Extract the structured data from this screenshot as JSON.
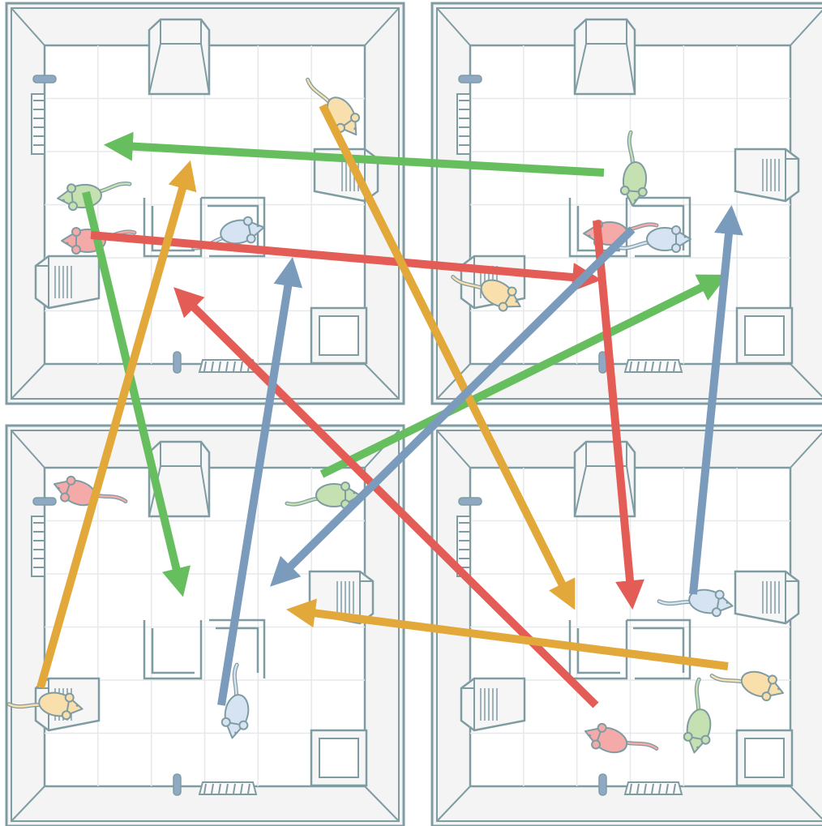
{
  "figure": {
    "colors": {
      "wall_stroke": "#7f9ca3",
      "floor_outer": "#f4f4f4",
      "floor_inner": "#ffffff",
      "grid": "#e6e8ea",
      "green": "#67be5f",
      "red": "#e35c55",
      "orange": "#e2a83a",
      "blue": "#7a9bbb"
    },
    "rooms": [
      {
        "id": "top-left"
      },
      {
        "id": "top-right"
      },
      {
        "id": "bottom-left"
      },
      {
        "id": "bottom-right"
      }
    ],
    "mice": [
      {
        "room": "top-left",
        "color": "orange"
      },
      {
        "room": "top-left",
        "color": "green"
      },
      {
        "room": "top-left",
        "color": "red"
      },
      {
        "room": "top-left",
        "color": "blue"
      },
      {
        "room": "top-right",
        "color": "green"
      },
      {
        "room": "top-right",
        "color": "red"
      },
      {
        "room": "top-right",
        "color": "blue"
      },
      {
        "room": "top-right",
        "color": "orange"
      },
      {
        "room": "bottom-left",
        "color": "red"
      },
      {
        "room": "bottom-left",
        "color": "green"
      },
      {
        "room": "bottom-left",
        "color": "orange"
      },
      {
        "room": "bottom-left",
        "color": "blue"
      },
      {
        "room": "bottom-right",
        "color": "blue"
      },
      {
        "room": "bottom-right",
        "color": "orange"
      },
      {
        "room": "bottom-right",
        "color": "green"
      },
      {
        "room": "bottom-right",
        "color": "red"
      }
    ],
    "arrows": [
      {
        "color": "green",
        "from": "top-right",
        "to": "top-left"
      },
      {
        "color": "green",
        "from": "top-left",
        "to": "bottom-left"
      },
      {
        "color": "green",
        "from": "bottom-left",
        "to": "top-right"
      },
      {
        "color": "red",
        "from": "top-left",
        "to": "top-right"
      },
      {
        "color": "red",
        "from": "top-right",
        "to": "bottom-right"
      },
      {
        "color": "red",
        "from": "bottom-right",
        "to": "top-left"
      },
      {
        "color": "orange",
        "from": "top-left",
        "to": "bottom-right"
      },
      {
        "color": "orange",
        "from": "bottom-left",
        "to": "top-left"
      },
      {
        "color": "orange",
        "from": "bottom-right",
        "to": "bottom-left"
      },
      {
        "color": "blue",
        "from": "top-right",
        "to": "bottom-left"
      },
      {
        "color": "blue",
        "from": "bottom-left",
        "to": "top-left"
      },
      {
        "color": "blue",
        "from": "bottom-right",
        "to": "top-right"
      }
    ]
  }
}
